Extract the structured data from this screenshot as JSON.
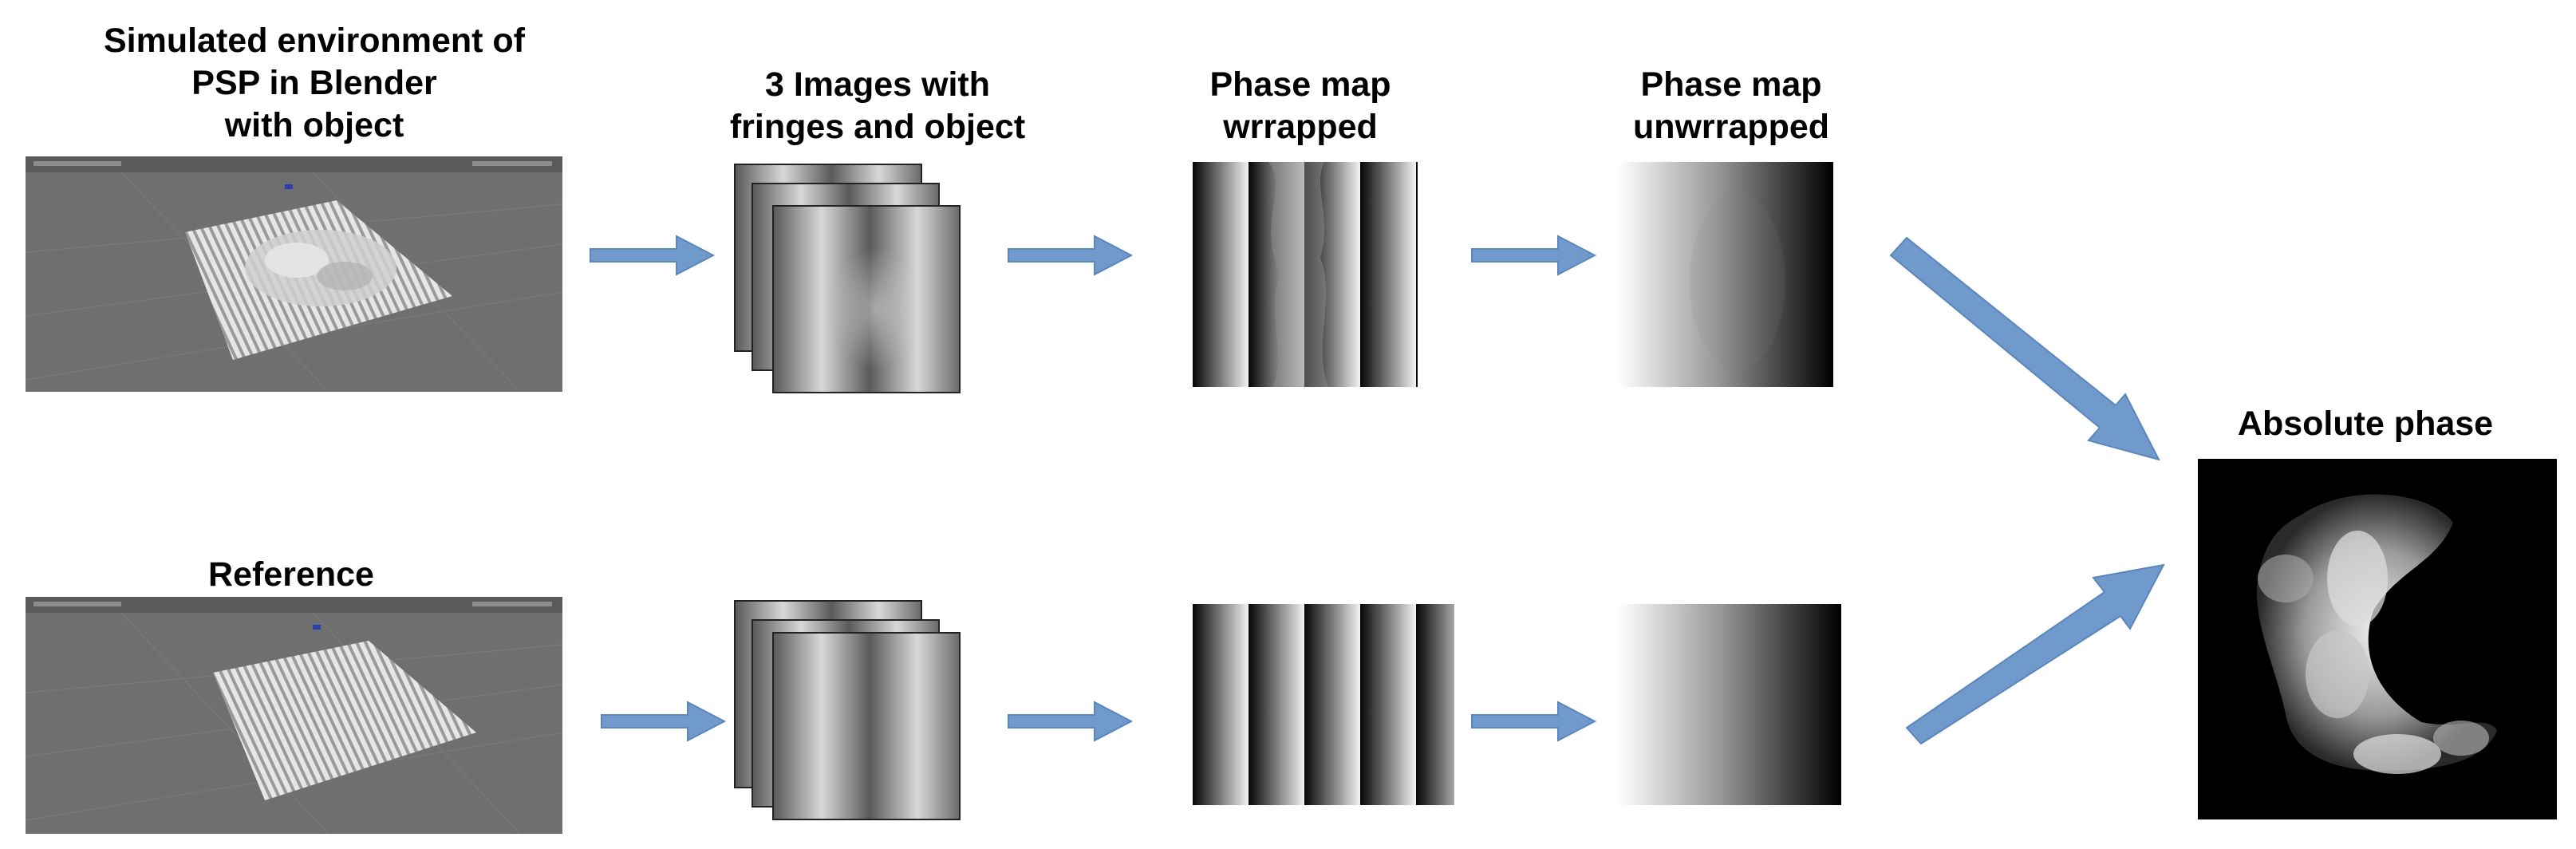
{
  "labels": {
    "simulated_line1": "Simulated environment of",
    "simulated_line2": "PSP in Blender",
    "simulated_line3": "with object",
    "reference": "Reference",
    "three_images_line1": "3 Images with",
    "three_images_line2": "fringes and object",
    "wrapped_line1": "Phase map",
    "wrapped_line2": "wrrapped",
    "unwrapped_line1": "Phase map",
    "unwrapped_line2": "unwrrapped",
    "absolute": "Absolute phase"
  },
  "colors": {
    "arrow": "#7099cc",
    "arrow_stroke": "#5b86bd",
    "blender_bg": "#6f6f6f",
    "platform": "#c8c8c8"
  }
}
